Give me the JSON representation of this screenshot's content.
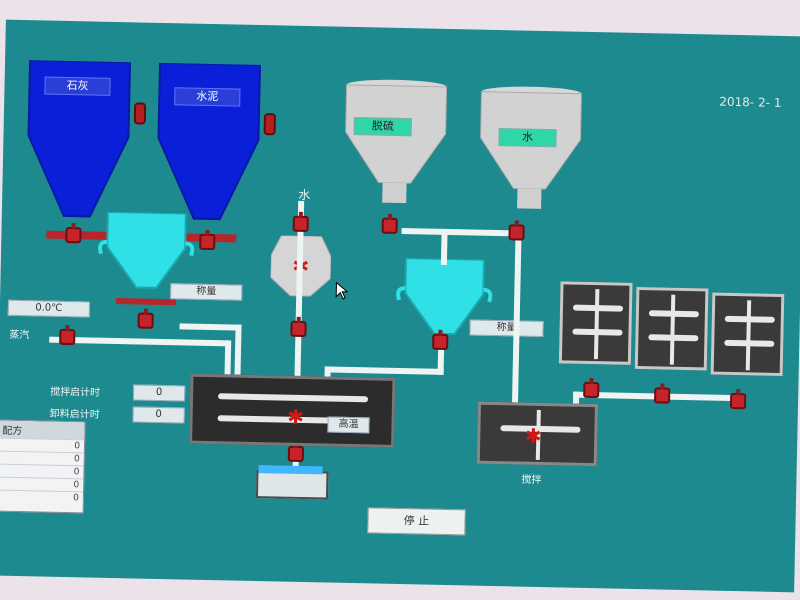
{
  "header": {
    "datetime": "2018- 2- 1"
  },
  "silos": {
    "left": {
      "label": "石灰"
    },
    "right": {
      "label": "水泥"
    }
  },
  "hoppers": {
    "left": {
      "label": "脱硫"
    },
    "right": {
      "label": "水"
    }
  },
  "top_label": {
    "text": "水"
  },
  "weigh_labels": {
    "left": "称量",
    "right": "称量"
  },
  "temp_box": {
    "label": "0.0℃"
  },
  "steam_label": "蒸汽",
  "mixer": {
    "status_label": "高温"
  },
  "timers": {
    "stir": {
      "label": "搅拌启计时",
      "value": "0"
    },
    "discharge": {
      "label": "卸料启计时",
      "value": "0"
    }
  },
  "small_tank_label": "搅拌",
  "side_table": {
    "header": "配方",
    "rows": [
      "0",
      "0",
      "0",
      "0",
      "0"
    ]
  },
  "bottom_button": {
    "label": "停 止"
  },
  "colors": {
    "background": "#1d8a8f",
    "silo": "#0a1fd8",
    "weigh_hopper": "#2fe0e6",
    "valve": "#c4242a",
    "pipe": "#eef3f4"
  }
}
